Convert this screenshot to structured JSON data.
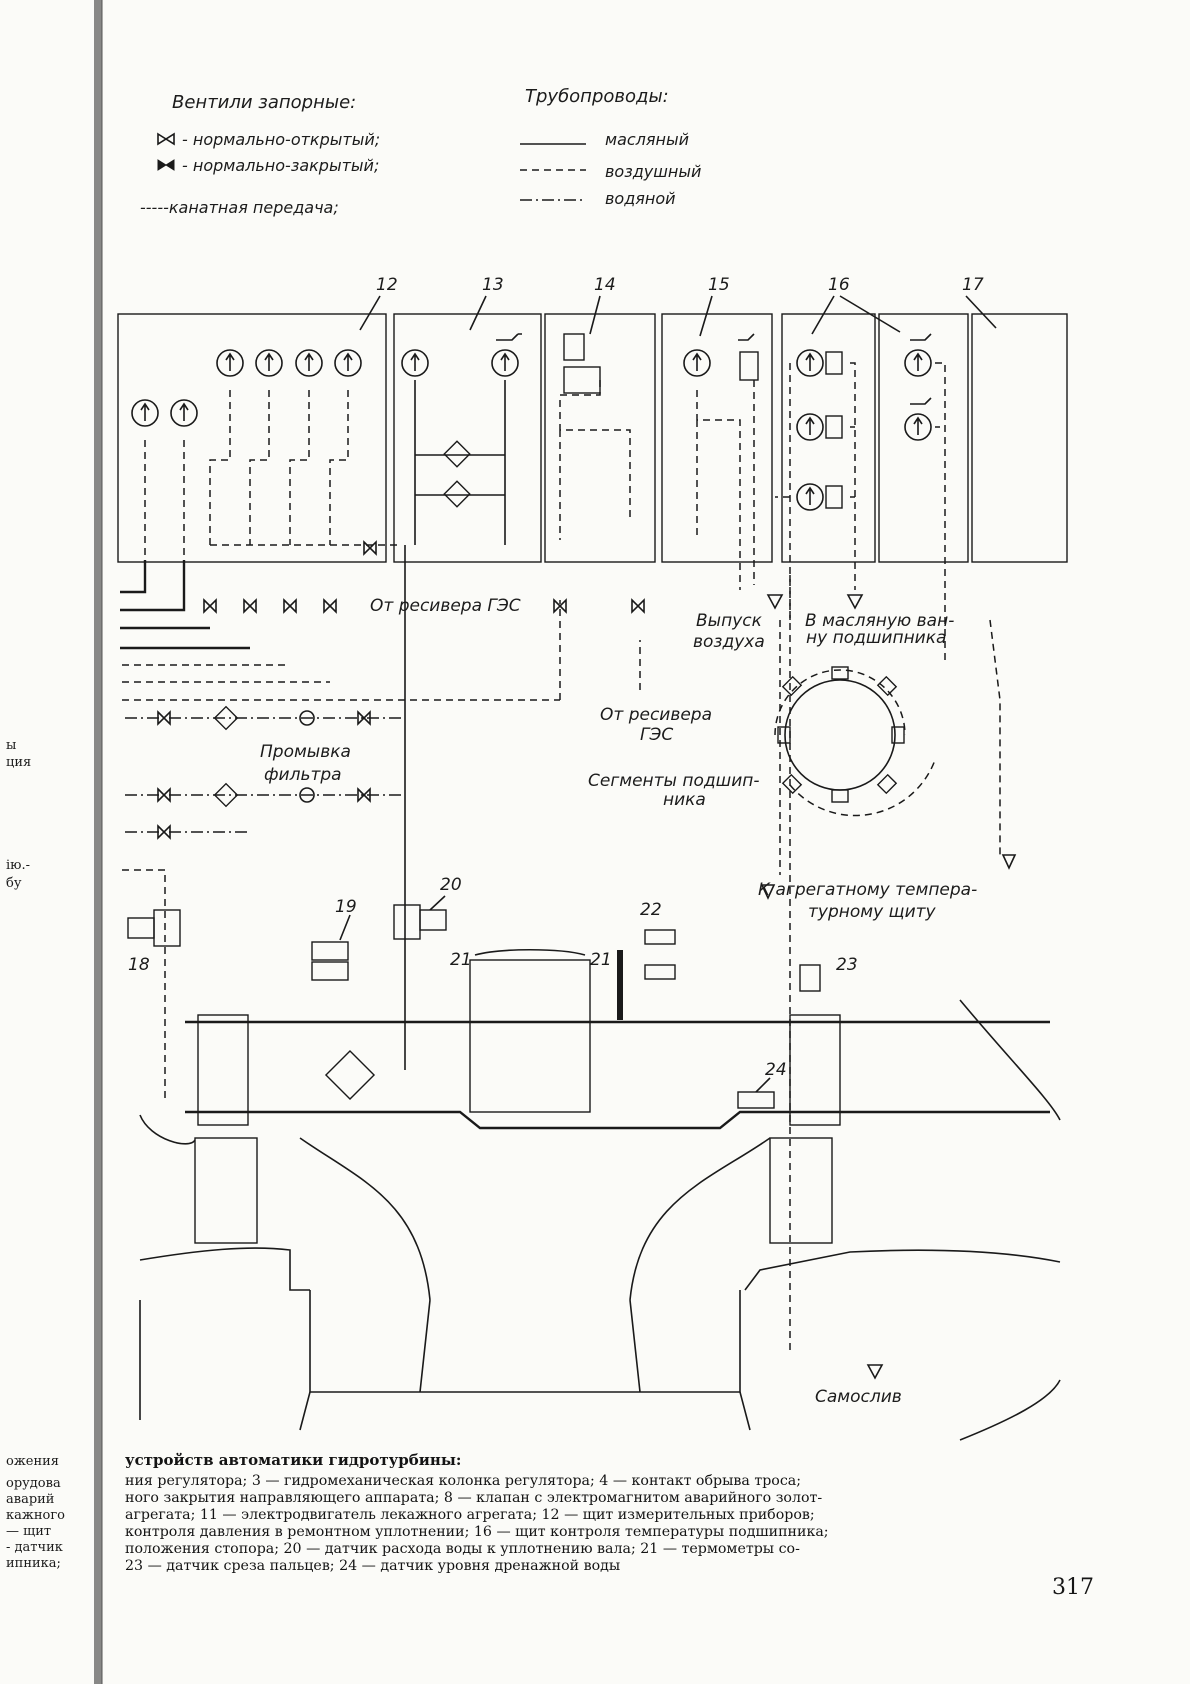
{
  "legend": {
    "valves_title": "Вентили запорные:",
    "valve_open": "- нормально-открытый;",
    "valve_closed": "- нормально-закрытый;",
    "cable_drive": "-----канатная передача;",
    "pipes_title": "Трубопроводы:",
    "pipe_oil": "масляный",
    "pipe_air": "воздушный",
    "pipe_water": "водяной"
  },
  "panel_numbers": [
    "12",
    "13",
    "14",
    "15",
    "16",
    "17"
  ],
  "part_numbers": [
    "18",
    "19",
    "20",
    "21",
    "21",
    "22",
    "23",
    "24"
  ],
  "labels": {
    "from_receiver_1": "От ресивера ГЭС",
    "air_release_1": "Выпуск",
    "air_release_2": "воздуха",
    "oil_bath_1": "В масляную ван-",
    "oil_bath_2": "ну подшипника",
    "from_receiver_2a": "От ресивера",
    "from_receiver_2b": "ГЭС",
    "filter_flush_1": "Промывка",
    "filter_flush_2": "фильтра",
    "segments_1": "Сегменты подшип-",
    "segments_2": "ника",
    "temp_panel_1": "К агрегатному темпера-",
    "temp_panel_2": "турному щиту",
    "self_drain": "Самослив"
  },
  "caption": {
    "heading": "устройств автоматики гидротурбины:",
    "lines": [
      "ния регулятора; 3 — гидромеханическая колонка регулятора; 4 — контакт обрыва троса;",
      "ного закрытия направляющего аппарата; 8 — клапан с электромагнитом аварийного золот-",
      "агрегата; 11 — электродвигатель лекажного агрегата; 12 — щит измерительных приборов;",
      "контроля давления в ремонтном уплотнении; 16 — щит контроля температуры подшипника;",
      "положения стопора; 20 — датчик расхода воды к уплотнению вала; 21 — термометры со-",
      "23 — датчик среза пальцев; 24 — датчик уровня дренажной воды"
    ]
  },
  "left_margin_fragments": [
    "ы",
    "ция",
    "ію.-",
    "бу",
    "ожения",
    "орудова",
    "аварий",
    "кажного",
    "— щит",
    "- датчик",
    "ипника;"
  ],
  "page_number": "317"
}
